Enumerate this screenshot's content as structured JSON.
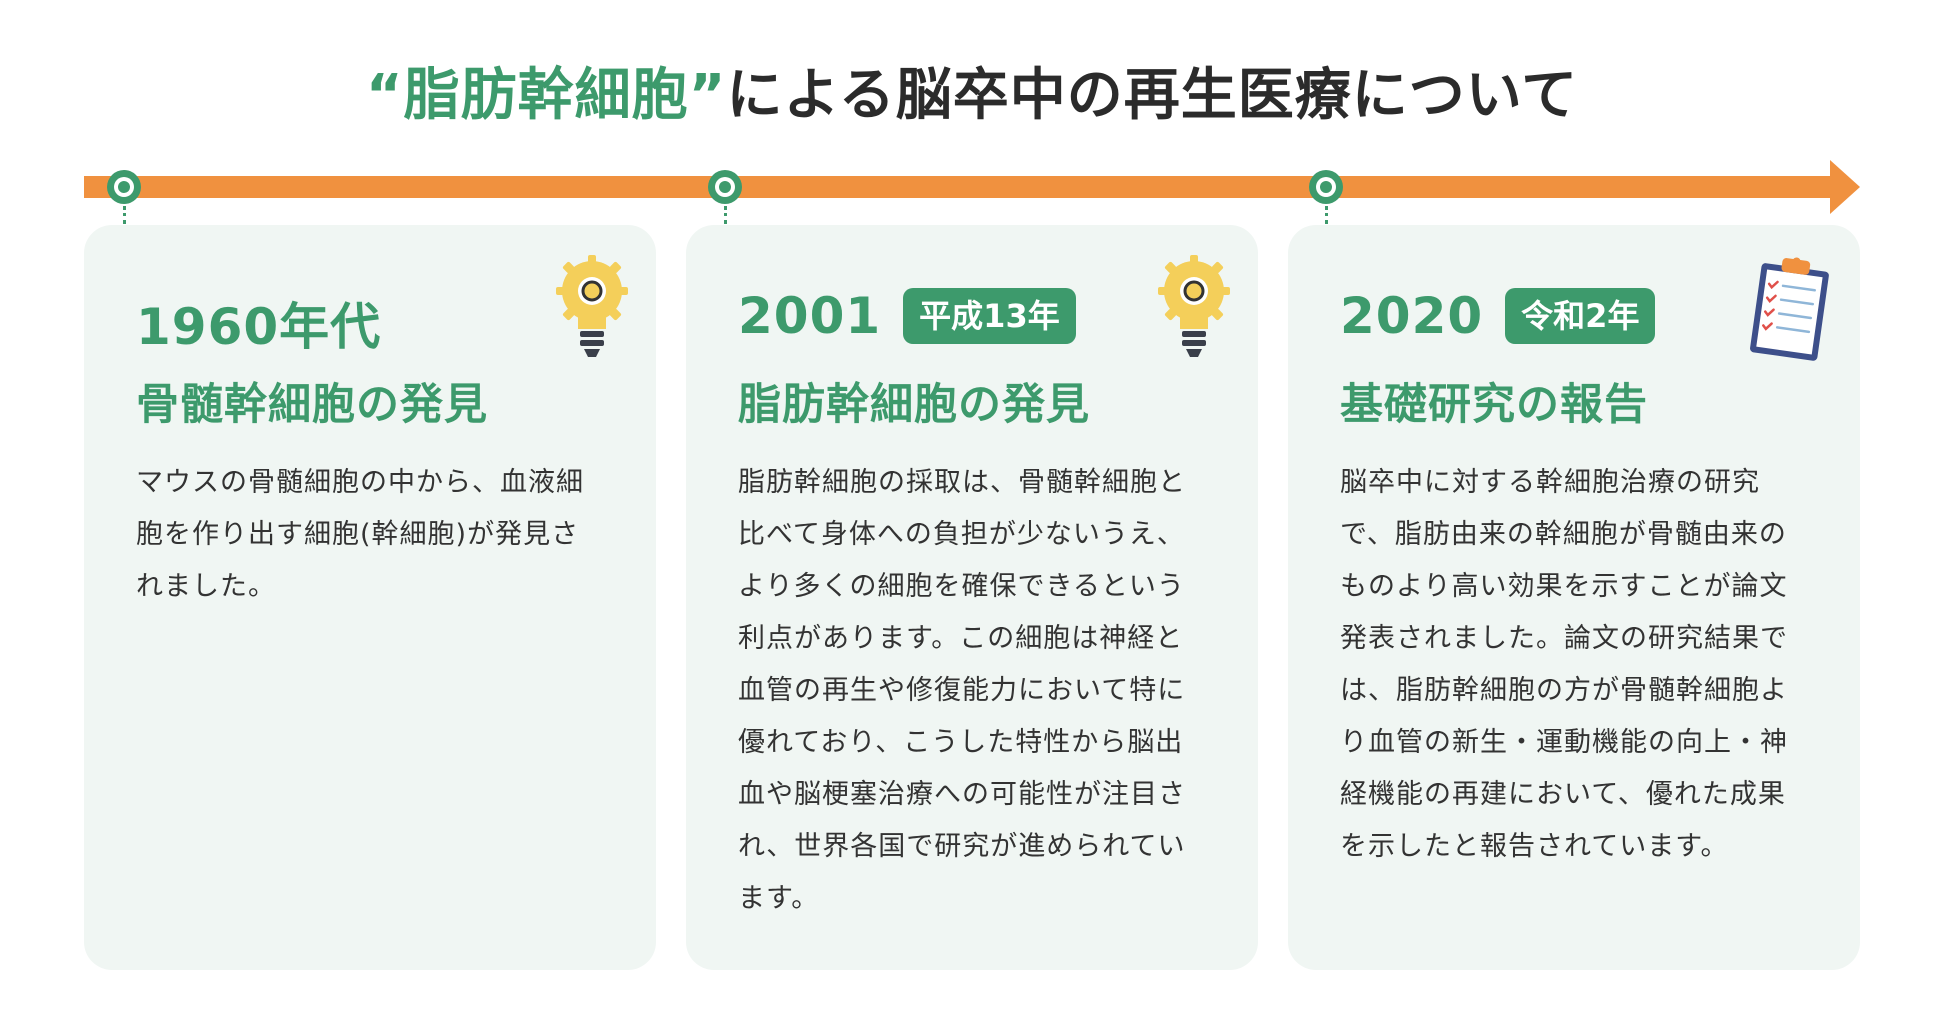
{
  "title": {
    "accent": "“脂肪幹細胞”",
    "rest": "による脳卒中の再生医療について"
  },
  "colors": {
    "accent_green": "#3d9a6c",
    "timeline_orange": "#f0913f",
    "card_background": "#f0f6f3"
  },
  "cards": [
    {
      "year": "1960年代",
      "era": "",
      "heading": "骨髄幹細胞の発見",
      "body": "マウスの骨髄細胞の中から、血液細胞を作り出す細胞(幹細胞)が発見されました。",
      "icon": "lightbulb-gear-icon"
    },
    {
      "year": "2001",
      "era": "平成13年",
      "heading": "脂肪幹細胞の発見",
      "body": "脂肪幹細胞の採取は、骨髄幹細胞と比べて身体への負担が少ないうえ、より多くの細胞を確保できるという利点があります。この細胞は神経と血管の再生や修復能力において特に優れており、こうした特性から脳出血や脳梗塞治療への可能性が注目され、世界各国で研究が進められています。",
      "icon": "lightbulb-gear-icon"
    },
    {
      "year": "2020",
      "era": "令和2年",
      "heading": "基礎研究の報告",
      "body": "脳卒中に対する幹細胞治療の研究で、脂肪由来の幹細胞が骨髄由来のものより高い効果を示すことが論文発表されました。論文の研究結果では、脂肪幹細胞の方が骨髄幹細胞より血管の新生・運動機能の向上・神経機能の再建において、優れた成果を示したと報告されています。",
      "icon": "clipboard-checklist-icon"
    }
  ]
}
